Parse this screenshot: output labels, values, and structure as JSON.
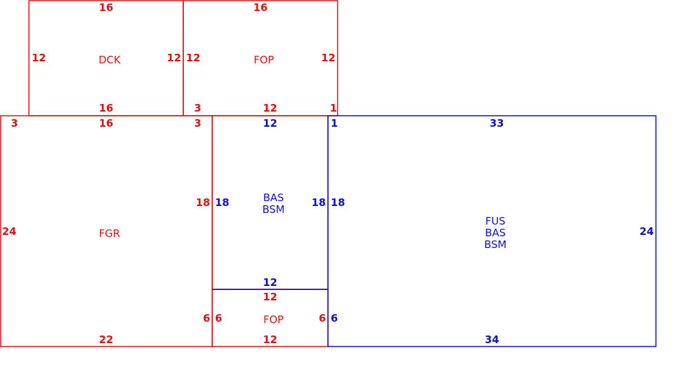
{
  "colors": {
    "red": "#e01010",
    "blue": "#1010d0"
  },
  "rooms": {
    "dck": {
      "label": "DCK",
      "dims": {
        "top": "16",
        "left": "12",
        "right": "12",
        "bottom": "16"
      }
    },
    "fop_top": {
      "label": "FOP",
      "dims": {
        "top": "16",
        "left": "12",
        "right": "12",
        "bottom_left": "3",
        "bottom": "12",
        "bottom_right": "1"
      }
    },
    "fgr": {
      "label": "FGR",
      "dims": {
        "top_left": "3",
        "top": "16",
        "top_right": "3",
        "left": "24",
        "right_upper": "18",
        "right_lower": "6",
        "bottom": "22"
      }
    },
    "bas_bsm": {
      "label_line1": "BAS",
      "label_line2": "BSM",
      "dims": {
        "top": "12",
        "left": "18",
        "right": "18",
        "bottom": "12"
      }
    },
    "fop_bottom": {
      "label": "FOP",
      "dims": {
        "top": "12",
        "left": "6",
        "right": "6",
        "bottom": "12"
      }
    },
    "fus_bas_bsm": {
      "label_line1": "FUS",
      "label_line2": "BAS",
      "label_line3": "BSM",
      "dims": {
        "top_left": "1",
        "top": "33",
        "left": "18",
        "left_lower": "6",
        "right": "24",
        "bottom": "34"
      }
    }
  }
}
